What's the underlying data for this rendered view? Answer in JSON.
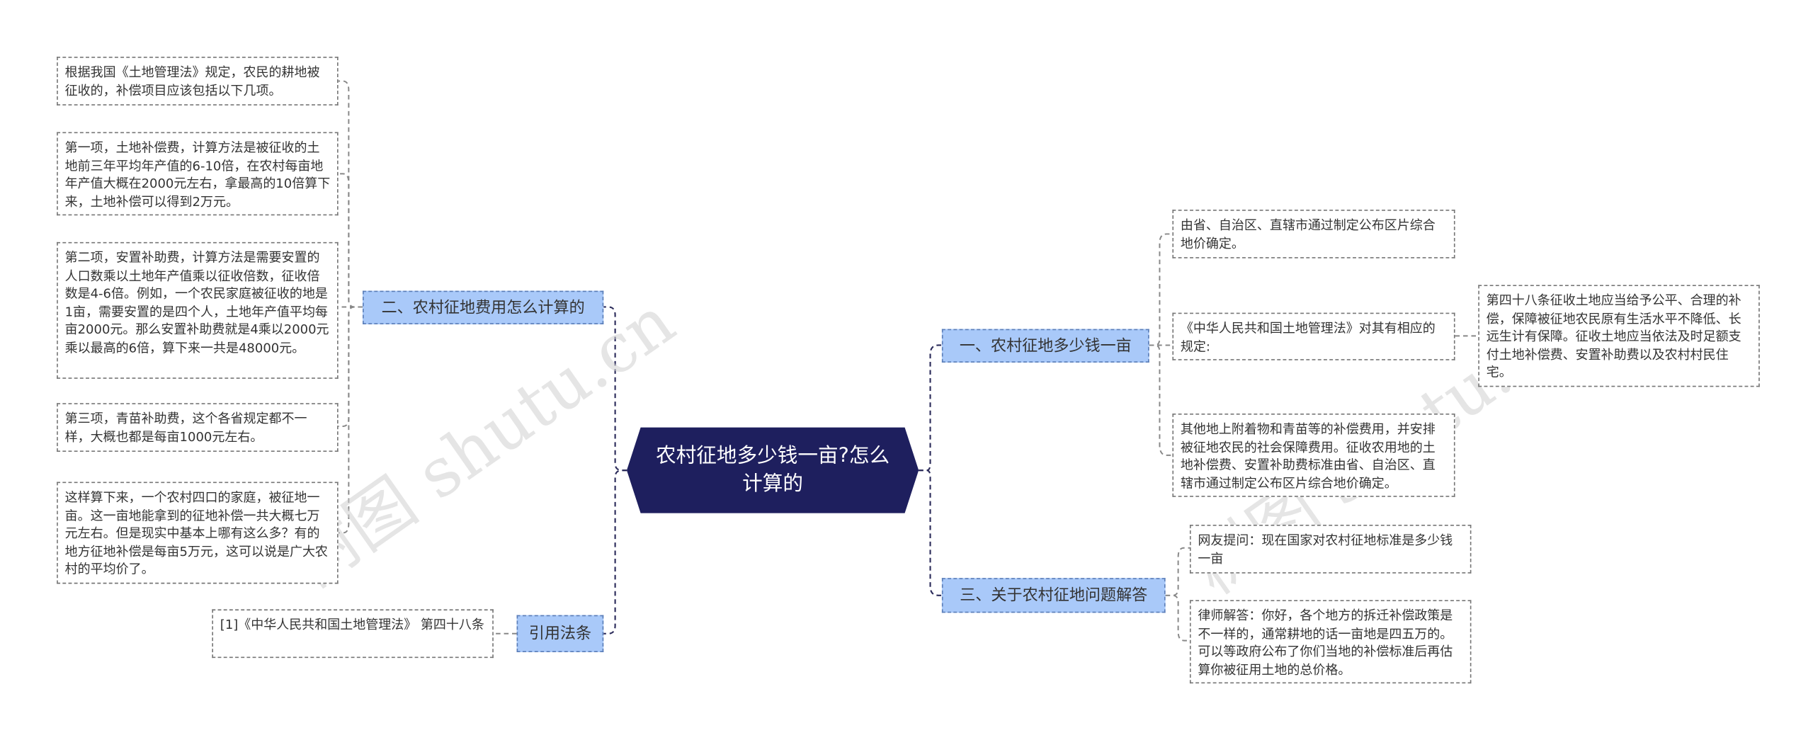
{
  "root": {
    "title": "农村征地多少钱一亩?怎么计算的"
  },
  "watermark": "树图 shutu.cn",
  "branches": {
    "b1": "一、农村征地多少钱一亩",
    "b2": "二、农村征地费用怎么计算的",
    "b3": "三、关于农村征地问题解答",
    "b4": "引用法条"
  },
  "leaves": {
    "b1_1": "由省、自治区、直辖市通过制定公布区片综合地价确定。",
    "b1_2": "《中华人民共和国土地管理法》对其有相应的规定:",
    "b1_2_1": "第四十八条征收土地应当给予公平、合理的补偿，保障被征地农民原有生活水平不降低、长远生计有保障。征收土地应当依法及时足额支付土地补偿费、安置补助费以及农村村民住宅。",
    "b1_3": "其他地上附着物和青苗等的补偿费用，并安排被征地农民的社会保障费用。征收农用地的土地补偿费、安置补助费标准由省、自治区、直辖市通过制定公布区片综合地价确定。",
    "b2_1": "根据我国《土地管理法》规定，农民的耕地被征收的，补偿项目应该包括以下几项。",
    "b2_2": "第一项，土地补偿费，计算方法是被征收的土地前三年平均年产值的6-10倍，在农村每亩地年产值大概在2000元左右，拿最高的10倍算下来，土地补偿可以得到2万元。",
    "b2_3": "第二项，安置补助费，计算方法是需要安置的人口数乘以土地年产值乘以征收倍数，征收倍数是4-6倍。例如，一个农民家庭被征收的地是1亩，需要安置的是四个人，土地年产值平均每亩2000元。那么安置补助费就是4乘以2000元乘以最高的6倍，算下来一共是48000元。",
    "b2_4": "第三项，青苗补助费，这个各省规定都不一样，大概也都是每亩1000元左右。",
    "b2_5": "这样算下来，一个农村四口的家庭，被征地一亩。这一亩地能拿到的征地补偿一共大概七万元左右。但是现实中基本上哪有这么多？有的地方征地补偿是每亩5万元，这可以说是广大农村的平均价了。",
    "b3_1": "网友提问：现在国家对农村征地标准是多少钱一亩",
    "b3_2": "律师解答：你好，各个地方的拆迁补偿政策是不一样的，通常耕地的话一亩地是四五万的。可以等政府公布了你们当地的补偿标准后再估算你被征用土地的总价格。",
    "b4_1": "[1]《中华人民共和国土地管理法》 第四十八条"
  }
}
